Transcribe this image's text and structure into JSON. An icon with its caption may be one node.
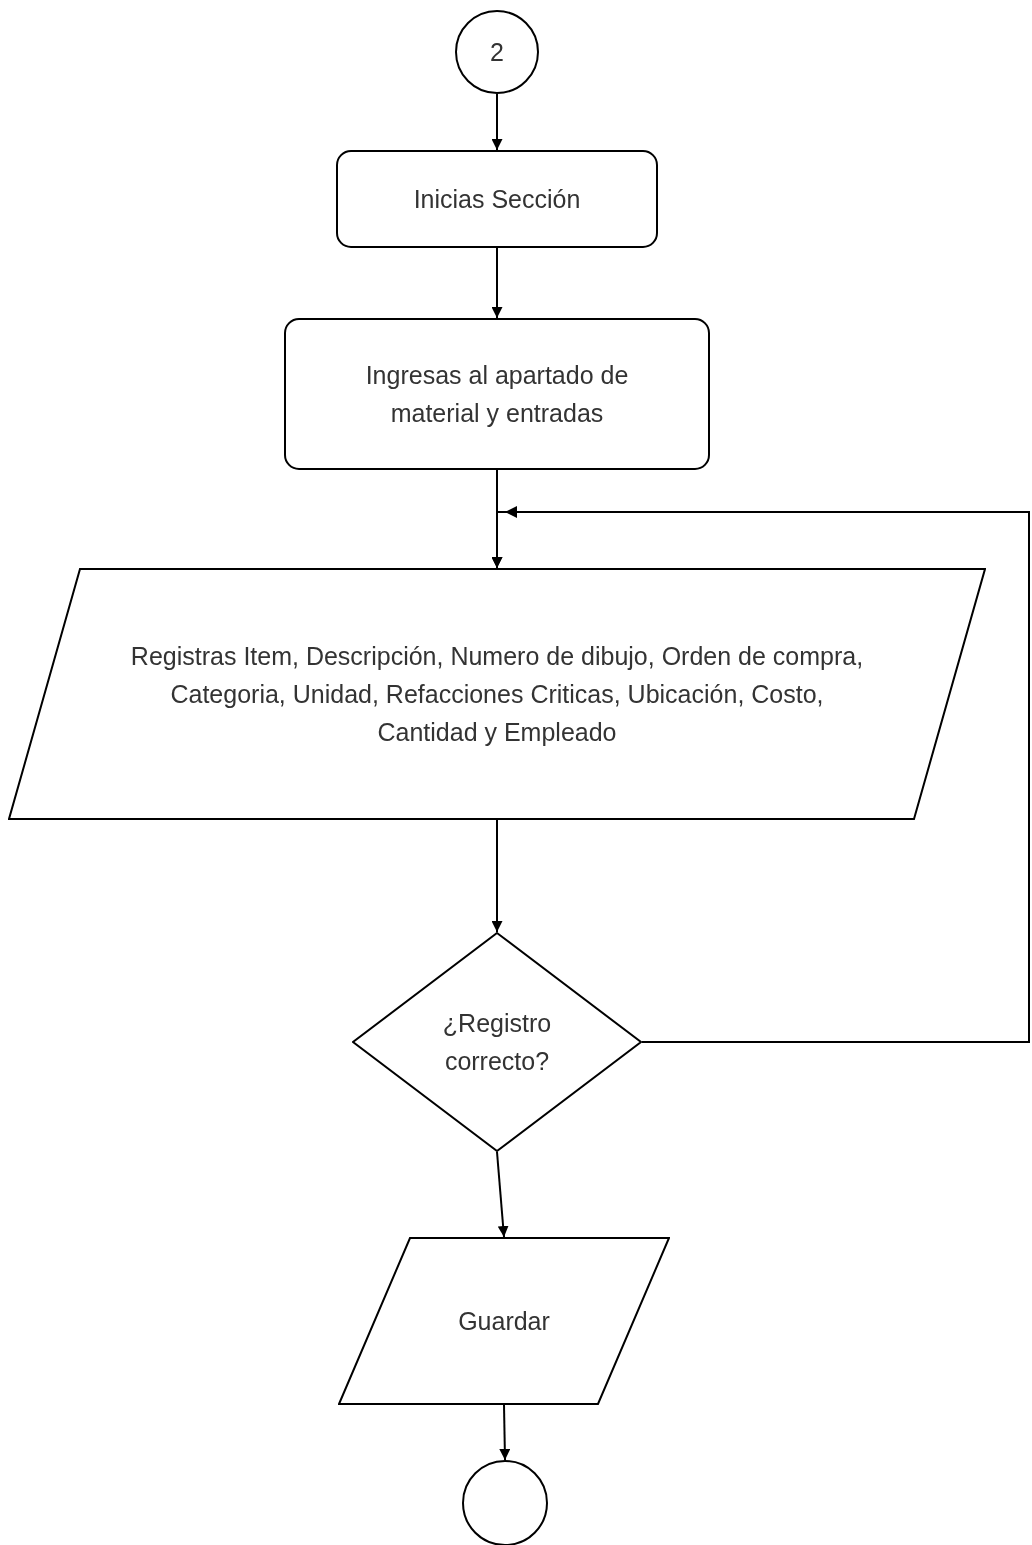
{
  "diagram": {
    "nodes": [
      {
        "text": [
          "2"
        ]
      },
      {
        "text": [
          "Inicias Sección"
        ]
      },
      {
        "text": [
          "Ingresas al apartado de material y entradas"
        ]
      },
      {
        "text": [
          "Registras Item, Descripción, Numero de dibujo, Orden de compra, Categoria, Unidad, Refacciones Criticas, Ubicación, Costo, Cantidad y Empleado"
        ]
      },
      {
        "text": [
          "¿Registro correcto?"
        ]
      },
      {
        "text": [
          "Guardar"
        ]
      },
      {
        "text": [],
        "shape": "circle"
      }
    ],
    "edges": [
      {
        "from": 0,
        "to": 1,
        "arrow": "to"
      },
      {
        "from": 1,
        "to": 2,
        "arrow": "to"
      },
      {
        "from": 2,
        "to": 3,
        "arrow": "to"
      },
      {
        "from": 3,
        "to": 4,
        "arrow": "to"
      },
      {
        "from": 4,
        "to": 5,
        "arrow": "to"
      },
      {
        "from": 5,
        "to": 6,
        "arrow": "to"
      },
      {
        "from": 4,
        "to": 3,
        "arrow": "to"
      }
    ]
  }
}
